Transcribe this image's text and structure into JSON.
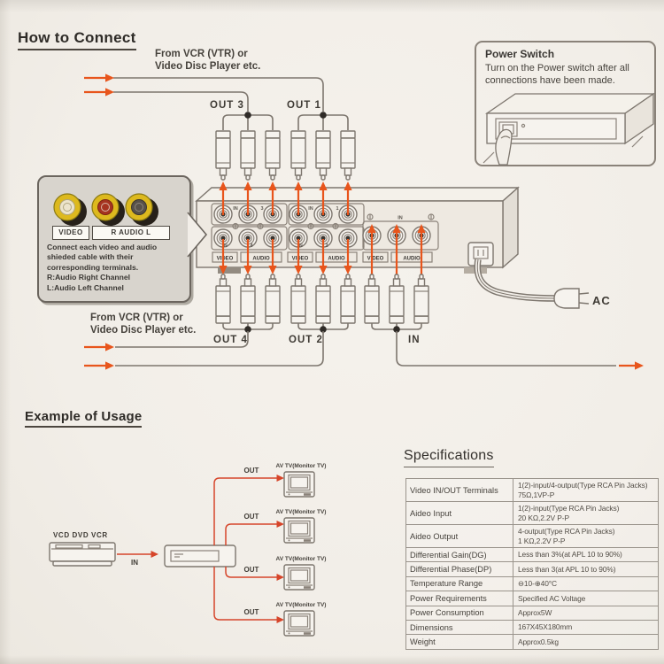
{
  "colors": {
    "accent": "#e8551c",
    "line": "#7d766e",
    "ink": "#3a3733",
    "paper": "#f2eee8"
  },
  "how_to_connect": {
    "title": "How to Connect",
    "top_source": "From VCR (VTR) or\nVideo Disc Player etc.",
    "bottom_source": "From VCR (VTR) or\nVideo Disc Player etc.",
    "out3": "OUT 3",
    "out1": "OUT 1",
    "out4": "OUT 4",
    "out2": "OUT 2",
    "in_label": "IN",
    "ac": "AC"
  },
  "power_switch": {
    "title": "Power Switch",
    "body": "Turn on the Power switch after all\nconnections have been made."
  },
  "callout": {
    "video": "VIDEO",
    "audio": "R AUDIO L",
    "text": "Connect each video and audio\nshieded cable with their\ncorresponding terminals.\nR:Audio Right Channel\nL:Audio Left Channel"
  },
  "panel": {
    "video": "VIDEO",
    "audio": "AUDIO",
    "g1r1_l": "IN",
    "g1r1_n": "3",
    "g1r2_l": "IN",
    "g1r2_n": "4",
    "g2r1_l": "IN",
    "g2r1_n": "1",
    "g2r2_l": "IN",
    "g2r2_n": "2",
    "g3_l": "IN"
  },
  "example": {
    "title": "Example of Usage",
    "source": "VCD DVD VCR",
    "in_label": "IN",
    "out_label": "OUT",
    "tv_label": "AV TV(Monitor TV)"
  },
  "specifications": {
    "title": "Specifications",
    "rows": [
      {
        "label": "Video IN/OUT Terminals",
        "value": "1(2)-input/4-output(Type RCA Pin Jacks)\n75Ω,1VP-P"
      },
      {
        "label": "Aideo Input",
        "value": "1(2)-input(Type RCA Pin Jacks)\n20 KΩ,2.2V P-P"
      },
      {
        "label": "Aideo Output",
        "value": "4-output(Type RCA Pin Jacks)\n1 KΩ,2.2V P-P"
      },
      {
        "label": "Differential Gain(DG)",
        "value": "Less than 3%(at APL 10 to 90%)"
      },
      {
        "label": "Differential Phase(DP)",
        "value": "Less than 3(at APL 10 to 90%)"
      },
      {
        "label": "Temperature Range",
        "value": "⊖10-⊕40°C"
      },
      {
        "label": "Power Requirements",
        "value": "Specified AC Voltage"
      },
      {
        "label": "Power Consumption",
        "value": "Approx5W"
      },
      {
        "label": "Dimensions",
        "value": "167X45X180mm"
      },
      {
        "label": "Weight",
        "value": "Approx0.5kg"
      }
    ]
  }
}
